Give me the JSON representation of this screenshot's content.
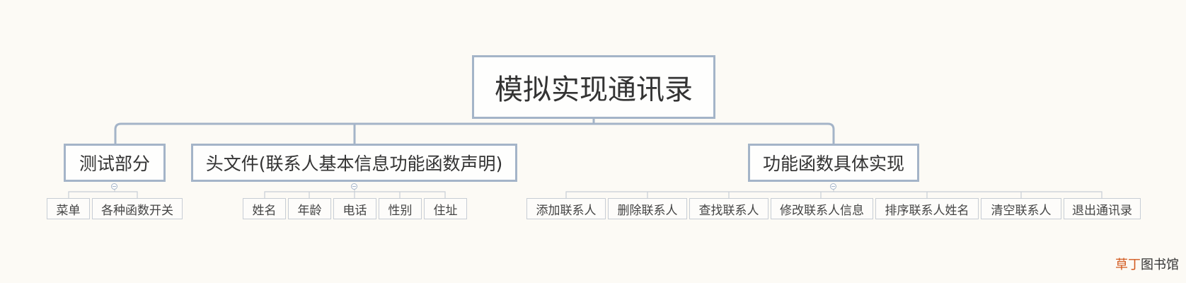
{
  "root": {
    "label": "模拟实现通讯录"
  },
  "branches": [
    {
      "label": "测试部分",
      "children": [
        "菜单",
        "各种函数开关"
      ]
    },
    {
      "label": "头文件(联系人基本信息功能函数声明)",
      "children": [
        "姓名",
        "年龄",
        "电话",
        "性别",
        "住址"
      ]
    },
    {
      "label": "功能函数具体实现",
      "children": [
        "添加联系人",
        "删除联系人",
        "查找联系人",
        "修改联系人信息",
        "排序联系人姓名",
        "清空联系人",
        "退出通讯录"
      ]
    }
  ],
  "watermark": {
    "part1": "草丁",
    "part2": "图书馆"
  },
  "colors": {
    "connector": "#a4b4c8",
    "leaf_border": "#c7cdd5",
    "background": "#fcfaf5",
    "watermark_accent": "#d25a1f"
  }
}
